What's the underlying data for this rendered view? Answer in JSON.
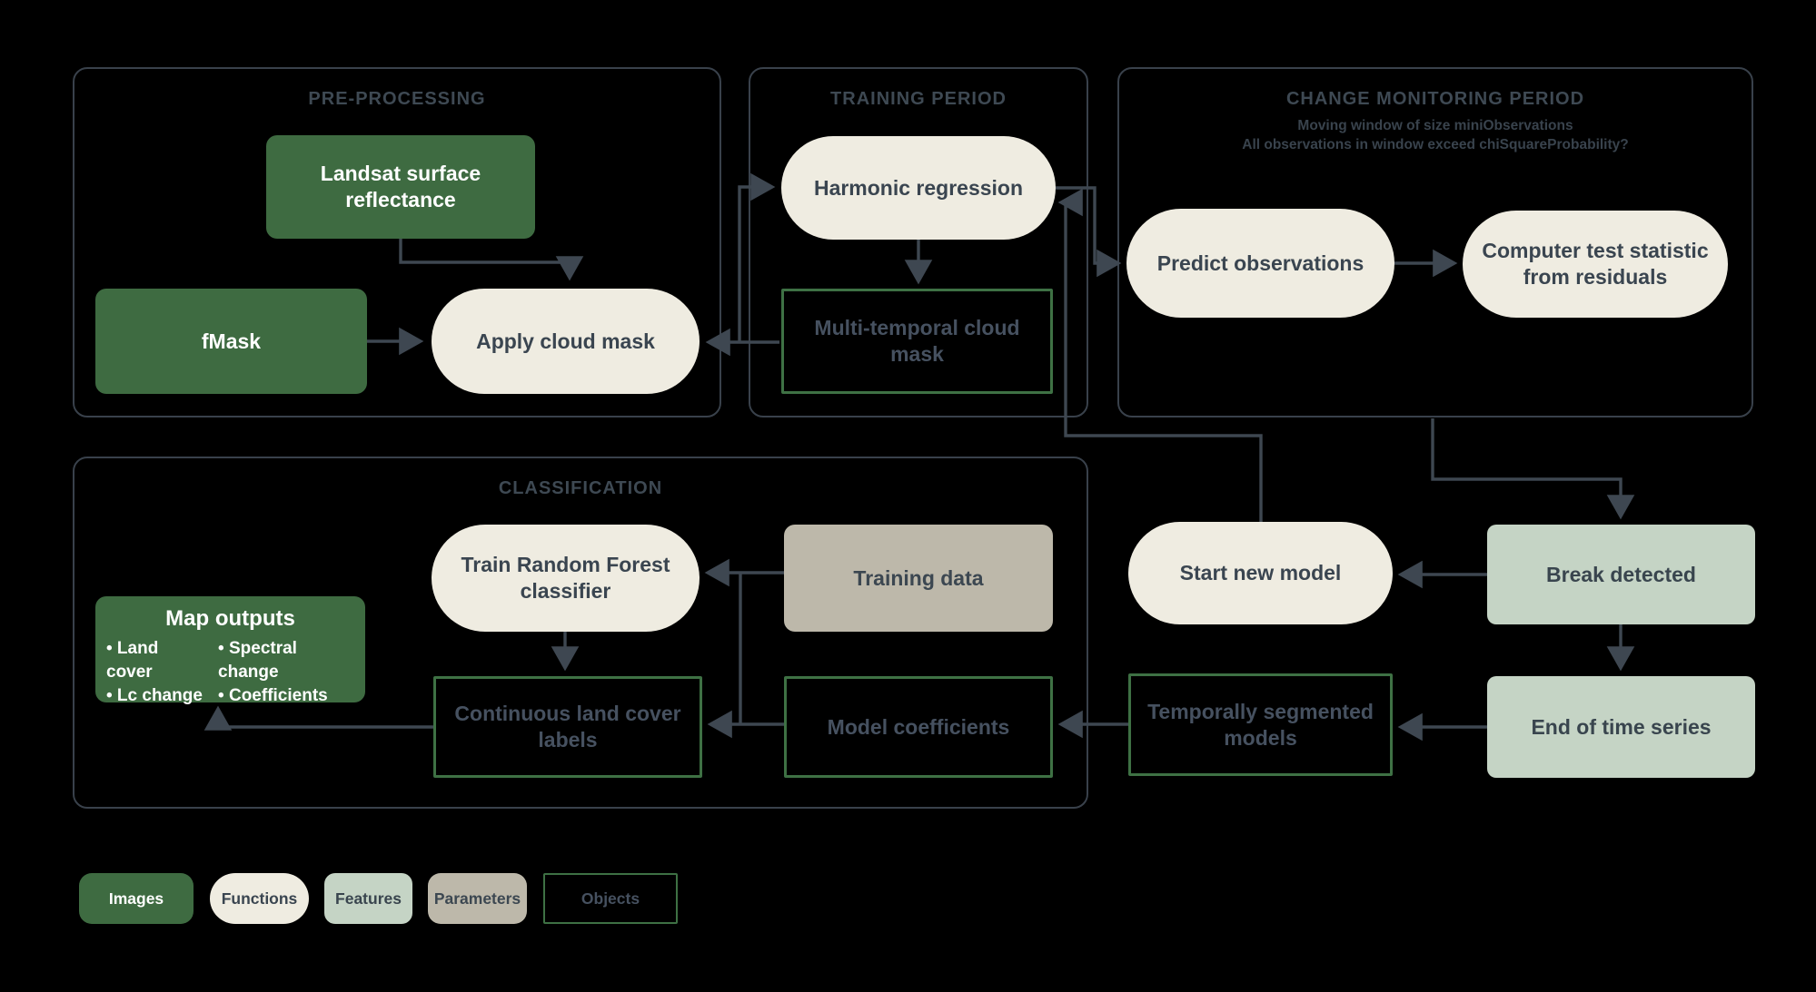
{
  "diagram": {
    "colors": {
      "background": "#000000",
      "image_green": "#3E6B41",
      "function_cream": "#EFECE1",
      "feature_sage": "#C5D4C5",
      "parameter_gray": "#BDB8AA",
      "object_outline_green": "#3E7144",
      "arrow_gray": "#3E4751",
      "section_border_gray": "#39414B",
      "section_title_gray": "#3E4953",
      "dark_label_gray": "#465160"
    },
    "sections": {
      "pre_processing": {
        "title": "PRE-PROCESSING"
      },
      "training_period": {
        "title": "TRAINING PERIOD"
      },
      "change_monitoring": {
        "title": "CHANGE MONITORING PERIOD",
        "subtitle_line1": "Moving window of size miniObservations",
        "subtitle_line2": "All observations in window exceed chiSquareProbability?"
      },
      "classification": {
        "title": "CLASSIFICATION"
      }
    },
    "nodes": {
      "landsat": {
        "label": "Landsat surface reflectance",
        "type": "image"
      },
      "fmask": {
        "label": "fMask",
        "type": "image"
      },
      "apply_cloud_mask": {
        "label": "Apply cloud mask",
        "type": "function"
      },
      "harmonic_regression": {
        "label": "Harmonic regression",
        "type": "function"
      },
      "multi_temporal_cloud_mask": {
        "label": "Multi-temporal cloud mask",
        "type": "object"
      },
      "predict_observations": {
        "label": "Predict observations",
        "type": "function"
      },
      "test_statistic": {
        "label": "Computer test statistic from residuals",
        "type": "function"
      },
      "train_rf": {
        "label": "Train Random Forest classifier",
        "type": "function"
      },
      "training_data": {
        "label": "Training data",
        "type": "parameter"
      },
      "map_outputs": {
        "title": "Map outputs",
        "bullets": [
          "• Land cover",
          "• Lc change",
          "• Spectral change",
          "• Coefficients"
        ],
        "type": "image"
      },
      "continuous_labels": {
        "label": "Continuous land cover labels",
        "type": "object"
      },
      "model_coefficients": {
        "label": "Model coefficients",
        "type": "object"
      },
      "start_new_model": {
        "label": "Start new model",
        "type": "function"
      },
      "temporally_segmented": {
        "label": "Temporally segmented models",
        "type": "object"
      },
      "break_detected": {
        "label": "Break detected",
        "type": "feature"
      },
      "end_of_time_series": {
        "label": "End of time series",
        "type": "feature"
      }
    },
    "legend": {
      "items": [
        {
          "label": "Images",
          "type": "image"
        },
        {
          "label": "Functions",
          "type": "function"
        },
        {
          "label": "Features",
          "type": "feature"
        },
        {
          "label": "Parameters",
          "type": "parameter"
        },
        {
          "label": "Objects",
          "type": "object"
        }
      ]
    }
  }
}
